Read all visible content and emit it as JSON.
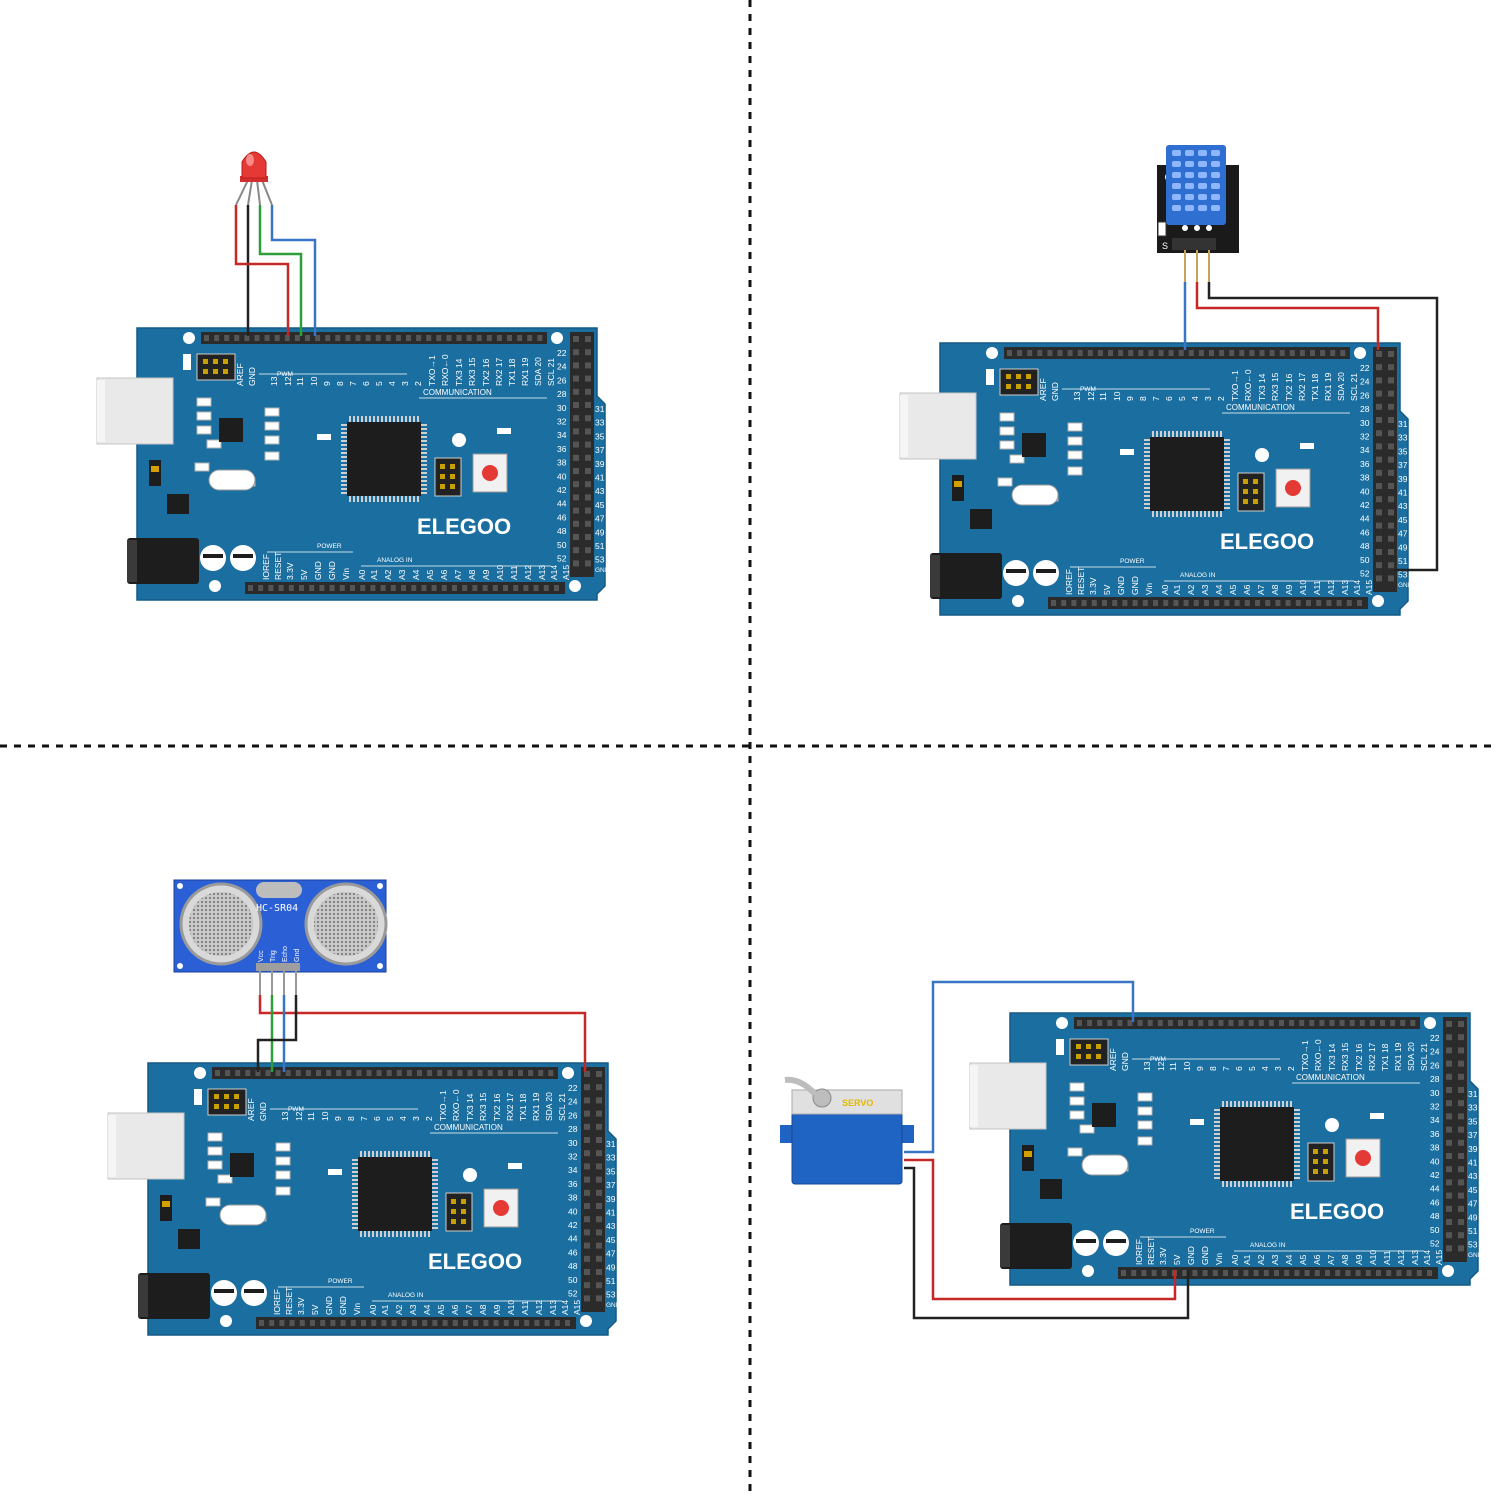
{
  "board": {
    "brand": "ELEGOO",
    "top_labels": [
      "AREF",
      "GND",
      "13",
      "12",
      "11",
      "10",
      "9",
      "8",
      "7",
      "6",
      "5",
      "4",
      "3",
      "2",
      "TXO→1",
      "RXO←0",
      "TX3 14",
      "RX3 15",
      "TX2 16",
      "RX2 17",
      "TX1 18",
      "RX1 19",
      "SDA 20",
      "SCL 21"
    ],
    "bottom_labels": [
      "IOREF",
      "RESET",
      "3.3V",
      "5V",
      "GND",
      "GND",
      "Vin",
      "A0",
      "A1",
      "A2",
      "A3",
      "A4",
      "A5",
      "A6",
      "A7",
      "A8",
      "A9",
      "A10",
      "A11",
      "A12",
      "A13",
      "A14",
      "A15"
    ],
    "right_even": [
      "22",
      "24",
      "26",
      "28",
      "30",
      "32",
      "34",
      "36",
      "38",
      "40",
      "42",
      "44",
      "46",
      "48",
      "50",
      "52"
    ],
    "right_odd": [
      "31",
      "33",
      "35",
      "37",
      "39",
      "41",
      "43",
      "45",
      "47",
      "49",
      "51",
      "53"
    ],
    "pwm": "PWM",
    "communication": "COMMUNICATION",
    "power": "POWER",
    "analog_in": "ANALOG IN",
    "gnd_small": "GND"
  },
  "colors": {
    "board": "#1b6fa0",
    "board_edge": "#145a85",
    "header": "#2b2b2b",
    "wire_red": "#c62828",
    "wire_black": "#222222",
    "wire_green": "#2e9e3a",
    "wire_blue": "#3a74c4",
    "led": "#e53935",
    "dht_body": "#2f6fd1",
    "hc_body": "#2b5fd6",
    "servo_body": "#1f63c3"
  },
  "panels": [
    {
      "id": "led",
      "component": "rgb-led",
      "wires": [
        "black",
        "red",
        "green",
        "blue"
      ]
    },
    {
      "id": "dht11",
      "component": "dht11",
      "module_pin_label": "S",
      "wires": [
        "blue",
        "red",
        "black"
      ]
    },
    {
      "id": "hc-sr04",
      "component": "hc-sr04",
      "module_label": "HC-SR04",
      "pin_labels": [
        "Vcc",
        "Trig",
        "Echo",
        "Gnd"
      ],
      "wires": [
        "red",
        "green",
        "blue",
        "black"
      ]
    },
    {
      "id": "servo",
      "component": "servo",
      "module_label": "SERVO",
      "wires": [
        "blue",
        "red",
        "black"
      ]
    }
  ]
}
